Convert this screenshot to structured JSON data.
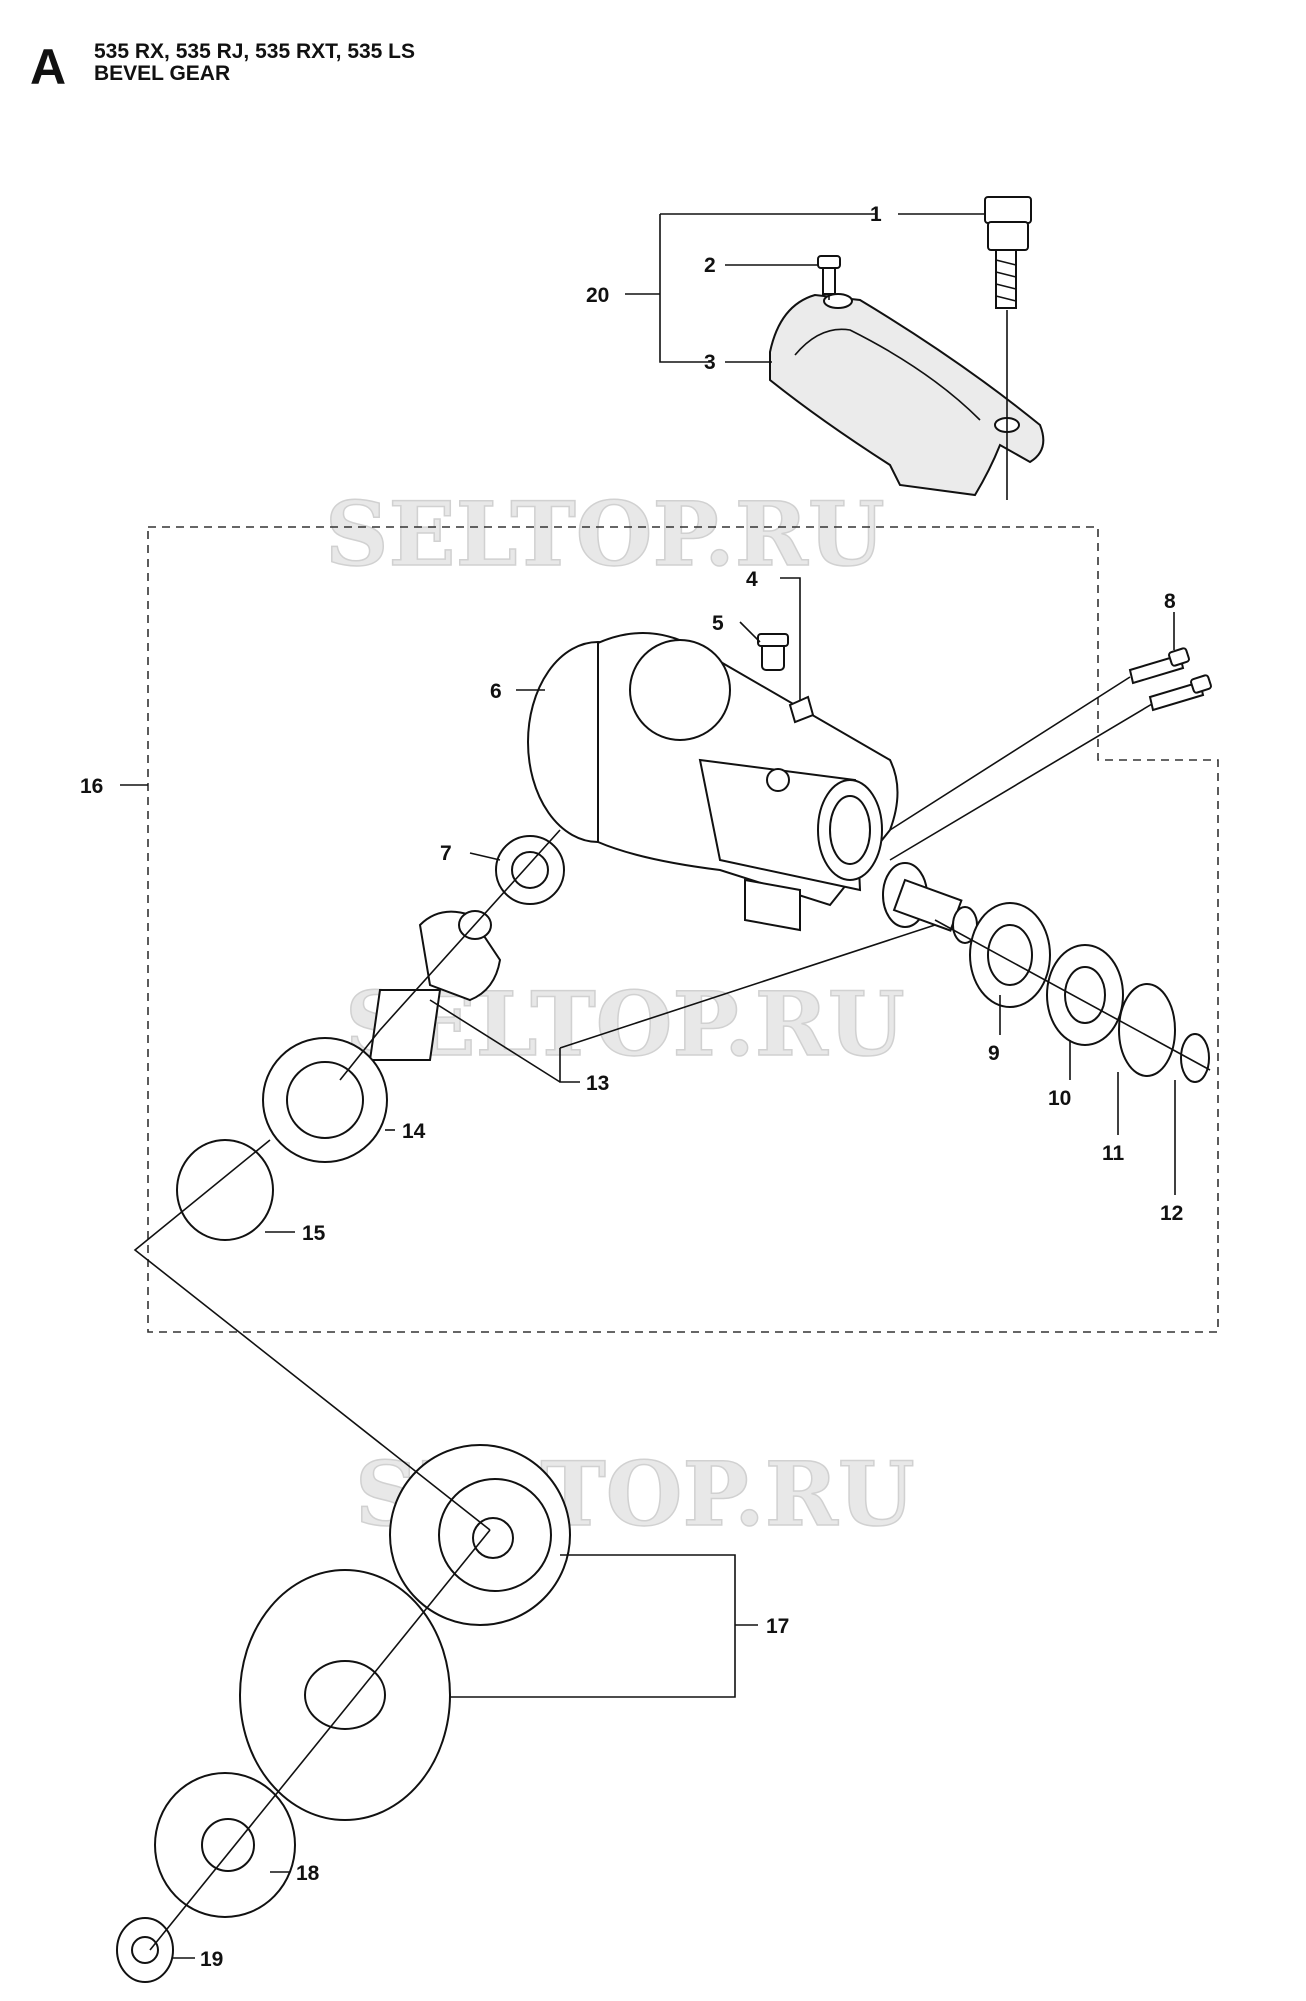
{
  "header": {
    "section_letter": "A",
    "models": "535 RX, 535 RJ, 535 RXT, 535 LS",
    "title": "BEVEL GEAR"
  },
  "watermark": "SELTOP.RU",
  "callouts": [
    "1",
    "2",
    "3",
    "4",
    "5",
    "6",
    "7",
    "8",
    "9",
    "10",
    "11",
    "12",
    "13",
    "14",
    "15",
    "16",
    "17",
    "18",
    "19",
    "20"
  ]
}
